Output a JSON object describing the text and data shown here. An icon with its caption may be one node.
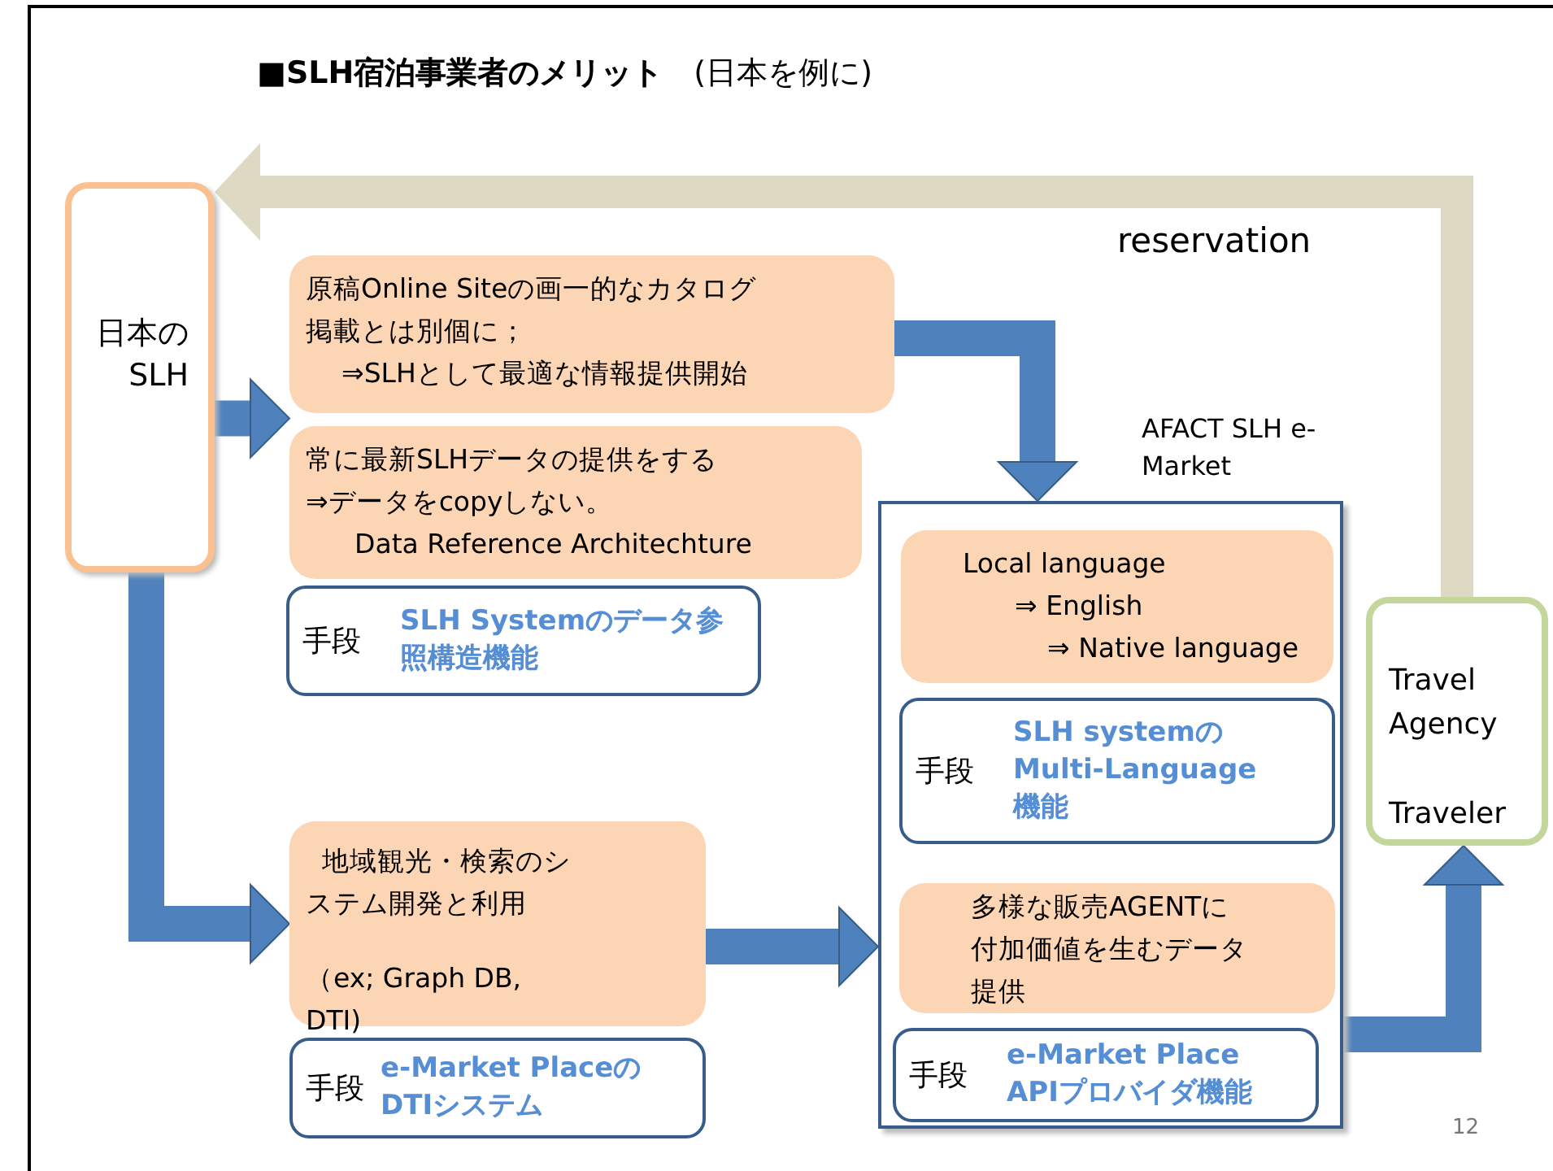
{
  "diagram": {
    "title": "**■SLH宿泊事業者のメリット**　(日本を例に)",
    "nodes": [
      {
        "text": [
          "日本のSLH"
        ]
      },
      {
        "text": [
          "原稿Online Siteの画一的なカタログ掲載とは別個に；",
          "⇒SLHとして最適な情報提供開始"
        ]
      },
      {
        "text": [
          "常に最新SLHデータの提供をする",
          "⇒データをcopyしない。",
          "Data Reference Architechture"
        ]
      },
      {
        "text": [
          "手段",
          "SLH Systemのデータ参照構造機能"
        ]
      },
      {
        "text": [
          "地域観光・検索のシステム開発と利用",
          "（ex;  Graph DB, DTI)"
        ]
      },
      {
        "text": [
          "手段",
          "e-Market PlaceのDTIシステム"
        ]
      },
      {
        "text": [
          "AFACT SLH e-Market"
        ]
      },
      {
        "text": [
          "Local language",
          "⇒ English",
          "⇒ Native language"
        ],
        "in": 6
      },
      {
        "text": [
          "手段",
          "SLH systemのMulti-Language機能"
        ],
        "in": 6
      },
      {
        "text": [
          "多様な販売AGENTに付加価値を生むデータ提供"
        ],
        "in": 6
      },
      {
        "text": [
          "手段",
          "e-Market Place APIプロバイダ機能"
        ],
        "in": 6
      },
      {
        "text": [
          "Travel Agency",
          "Traveler"
        ]
      }
    ],
    "edges": [
      {
        "from": 0,
        "to": 1,
        "arrow": "to"
      },
      {
        "from": 0,
        "to": 2,
        "arrow": "to"
      },
      {
        "from": 0,
        "to": 4,
        "arrow": "to"
      },
      {
        "from": 1,
        "to": 6,
        "arrow": "to"
      },
      {
        "from": 4,
        "to": 6,
        "arrow": "to"
      },
      {
        "from": 6,
        "to": 11,
        "arrow": "to"
      },
      {
        "from": 11,
        "to": 0,
        "arrow": "to",
        "label": "reservation",
        "color": "#ddd9c3"
      }
    ],
    "labels": [
      "12"
    ]
  }
}
